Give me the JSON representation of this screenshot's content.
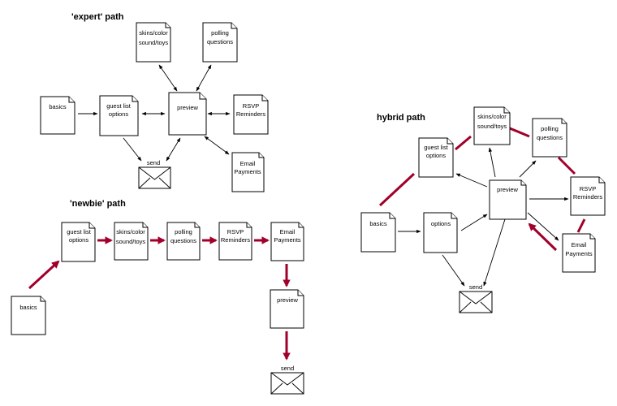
{
  "headings": {
    "expert": "'expert' path",
    "newbie": "'newbie' path",
    "hybrid": "hybrid path"
  },
  "colors": {
    "line": "#000000",
    "emphasis": "#a0002a",
    "page_fill": "#ffffff"
  },
  "expert": {
    "basics": [
      "basics"
    ],
    "guest_list": [
      "guest list",
      "options"
    ],
    "preview": [
      "preview"
    ],
    "skins": [
      "skins/color",
      "sound/toys"
    ],
    "polling": [
      "polling",
      "questions"
    ],
    "rsvp": [
      "RSVP",
      "Reminders"
    ],
    "email": [
      "Email",
      "Payments"
    ],
    "send": [
      "send"
    ]
  },
  "newbie": {
    "basics": [
      "basics"
    ],
    "guest_list": [
      "guest list",
      "options"
    ],
    "skins": [
      "skins/color",
      "sound/toys"
    ],
    "polling": [
      "polling",
      "questions"
    ],
    "rsvp": [
      "RSVP",
      "Reminders"
    ],
    "email": [
      "Email",
      "Payments"
    ],
    "preview": [
      "preview"
    ],
    "send": [
      "send"
    ]
  },
  "hybrid": {
    "basics": [
      "basics"
    ],
    "options": [
      "options"
    ],
    "guest_list": [
      "guest list",
      "options"
    ],
    "skins": [
      "skins/color",
      "sound/toys"
    ],
    "preview": [
      "preview"
    ],
    "polling": [
      "polling",
      "questions"
    ],
    "rsvp": [
      "RSVP",
      "Reminders"
    ],
    "email": [
      "Email",
      "Payments"
    ],
    "send": [
      "send"
    ]
  }
}
